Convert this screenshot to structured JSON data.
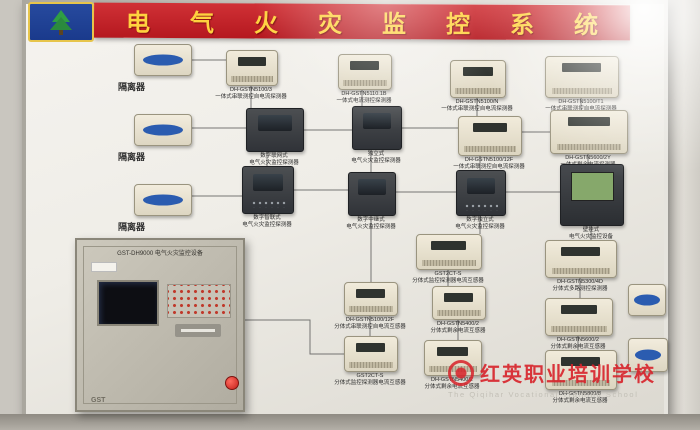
{
  "banner": {
    "title": "电气火灾监控系统"
  },
  "isolators": {
    "items": [
      {
        "label": "隔离器"
      },
      {
        "label": "隔离器"
      },
      {
        "label": "隔离器"
      }
    ]
  },
  "devices": [
    {
      "model": "DH-GSTN5100/3",
      "desc": "一体式串联测控自电流探测器"
    },
    {
      "model": "DH-GSTN5110.1B",
      "desc": "一体式电流测控探测器"
    },
    {
      "model": "DH-GSTN5100/N",
      "desc": "一体式串联测控自电流探测器"
    },
    {
      "model": "DH-GSTN5100/T1",
      "desc": "一体式串联测控自电流探测器"
    },
    {
      "model": "数字联网式",
      "desc": "电气火灾监控探测器"
    },
    {
      "model": "独立式",
      "desc": "电气火灾监控探测器"
    },
    {
      "model": "DH-GSTN5100/12F",
      "desc": "一体式串联测控自电流探测器"
    },
    {
      "model": "DH-GSTN5600/2Y",
      "desc": "一体式剩余电流探测器"
    },
    {
      "model": "数字智联式",
      "desc": "电气火灾监控探测器"
    },
    {
      "model": "数字中继式",
      "desc": "电气火灾监控探测器"
    },
    {
      "model": "数字独立式",
      "desc": "电气火灾监控探测器"
    },
    {
      "model": "壁挂式",
      "desc": "电气火灾监控设备"
    },
    {
      "model": "GST2CT-S",
      "desc": "分体式监控探测器电流互感器"
    },
    {
      "model": "DH-GSTN5300/4D",
      "desc": "分体式多路测控探测器"
    },
    {
      "model": "DH-GSTN5100/12F",
      "desc": "分体式串联测控自电流互感器"
    },
    {
      "model": "DH-GSTN5400/2",
      "desc": "分体式剩余电流互感器"
    },
    {
      "model": "DH-GSTN5600/2",
      "desc": "分体式剩余电流互感器"
    },
    {
      "model": "",
      "desc": ""
    },
    {
      "model": "GST2CT-S",
      "desc": "分体式监控探测器电流互感器"
    },
    {
      "model": "DH-GSTN5400/2",
      "desc": "分体式剩余电流互感器"
    },
    {
      "model": "DH-GSTN5800/8",
      "desc": "分体式剩余电流互感器"
    },
    {
      "model": "",
      "desc": ""
    }
  ],
  "cabinet": {
    "header": "GST-DH9000 电气火灾监控设备",
    "brand": "GST"
  },
  "watermark": {
    "cn": "红英职业培训学校",
    "en": "The Qiqihar Vocational Training School"
  }
}
